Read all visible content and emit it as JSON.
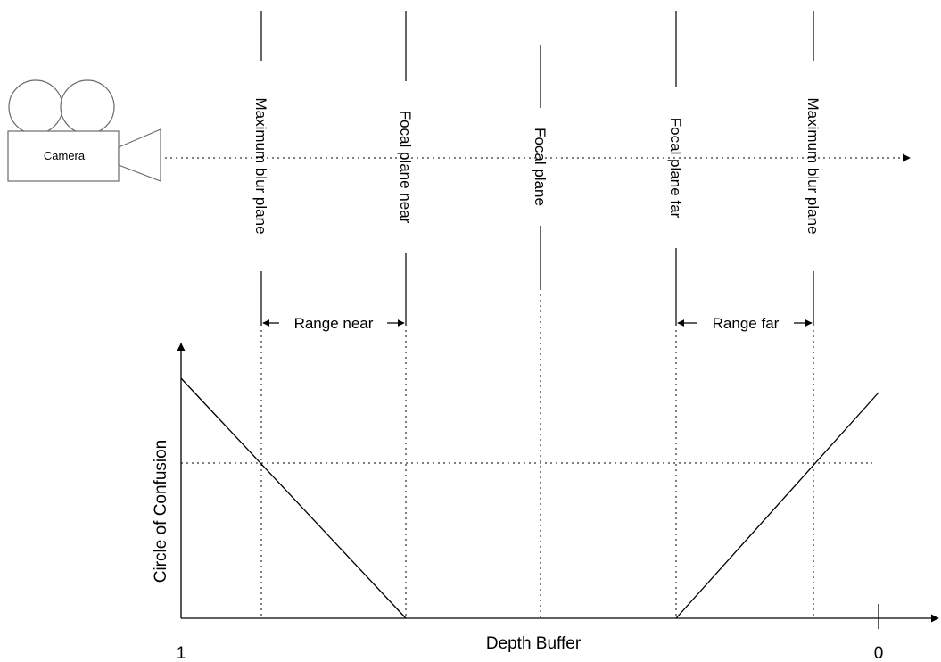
{
  "camera": {
    "label": "Camera"
  },
  "planes": [
    {
      "id": "max-blur-near",
      "label": "Maximum blur plane"
    },
    {
      "id": "focal-near",
      "label": "Focal plane near"
    },
    {
      "id": "focal",
      "label": "Focal plane"
    },
    {
      "id": "focal-far",
      "label": "Focal plane far"
    },
    {
      "id": "max-blur-far",
      "label": "Maximum blur plane"
    }
  ],
  "ranges": {
    "near": "Range near",
    "far": "Range far"
  },
  "axes": {
    "y_label": "Circle of Confusion",
    "x_label": "Depth Buffer",
    "x_start": "1",
    "x_end": "0"
  },
  "colors": {
    "stroke": "#000000",
    "camera_stroke": "#6b6b6b",
    "background": "#ffffff"
  }
}
